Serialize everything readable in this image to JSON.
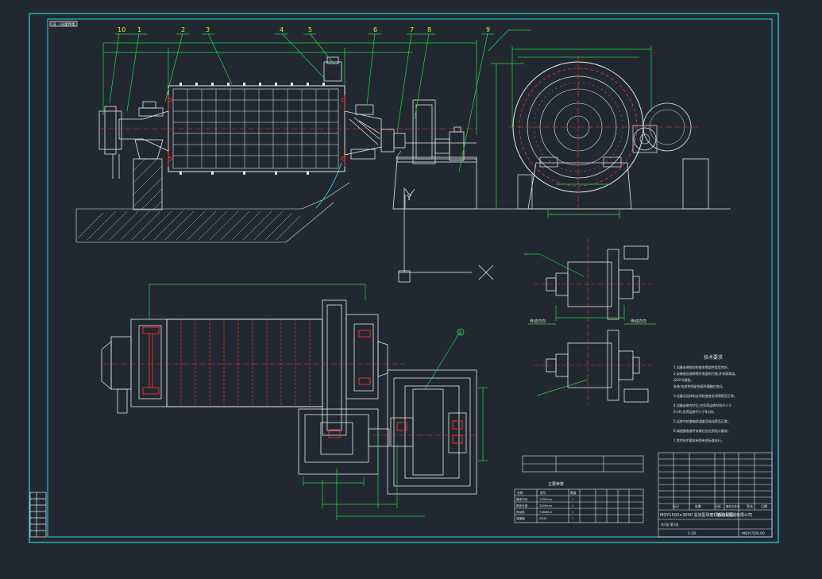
{
  "drawing": {
    "title_tag": "1号 1号配件图",
    "part_numbers": [
      "10",
      "1",
      "2",
      "3",
      "4",
      "5",
      "6",
      "7",
      "8",
      "9"
    ],
    "section_mark": "①",
    "tech_requirements": {
      "title": "技术要求",
      "lines": [
        "1.设备安装前应检查各零部件是否完好。",
        "2.安装前应清除零件表面的污物,并涂润滑油。",
        "(2023)规程。",
        "  安装:各部件的配合面的接触应良好。",
        "3.设备试运转前必须检查各处润滑是否正常。",
        "4.设备安装完毕后,空负荷运转时间不少于",
        "  2小时,负荷运转不少于8小时。",
        "5.运转中检查轴承温度及振动是否正常。",
        "6.减速器各部件安装后应达到设计要求。",
        "7.其余技术要求参照有关标准执行。"
      ]
    },
    "title_block": {
      "project": "MQY1500×3000 溢流型球磨机总装配图",
      "company": "某矿山机械有限公司",
      "drawing_no": "MQY1500.00",
      "headers": [
        "标记",
        "处数",
        "分区",
        "更改文件号",
        "签名",
        "日期"
      ],
      "scale": "1:20",
      "sheet": "共1张 第1张"
    },
    "params_table": {
      "title": "主要参数",
      "headers": [
        "名称",
        "型号",
        "数量"
      ],
      "rows": [
        [
          "筒体内径",
          "1500mm",
          "1"
        ],
        [
          "筒体长度",
          "3000mm",
          "1"
        ],
        [
          "电动机",
          "Y280M-8",
          "1"
        ],
        [
          "减速器",
          "ZD40",
          "1"
        ]
      ]
    },
    "annotations": {
      "direction_left": "传动方向",
      "direction_right": "传动方向",
      "axis_y": "Y",
      "axis_x": "X"
    },
    "colors": {
      "background": "#212830",
      "border": "#2dd3e0",
      "lines": "#e8e8e8",
      "green": "#23d94a",
      "red": "#ff3030",
      "magenta": "#ff3bff",
      "yellow": "#f0f020"
    }
  }
}
